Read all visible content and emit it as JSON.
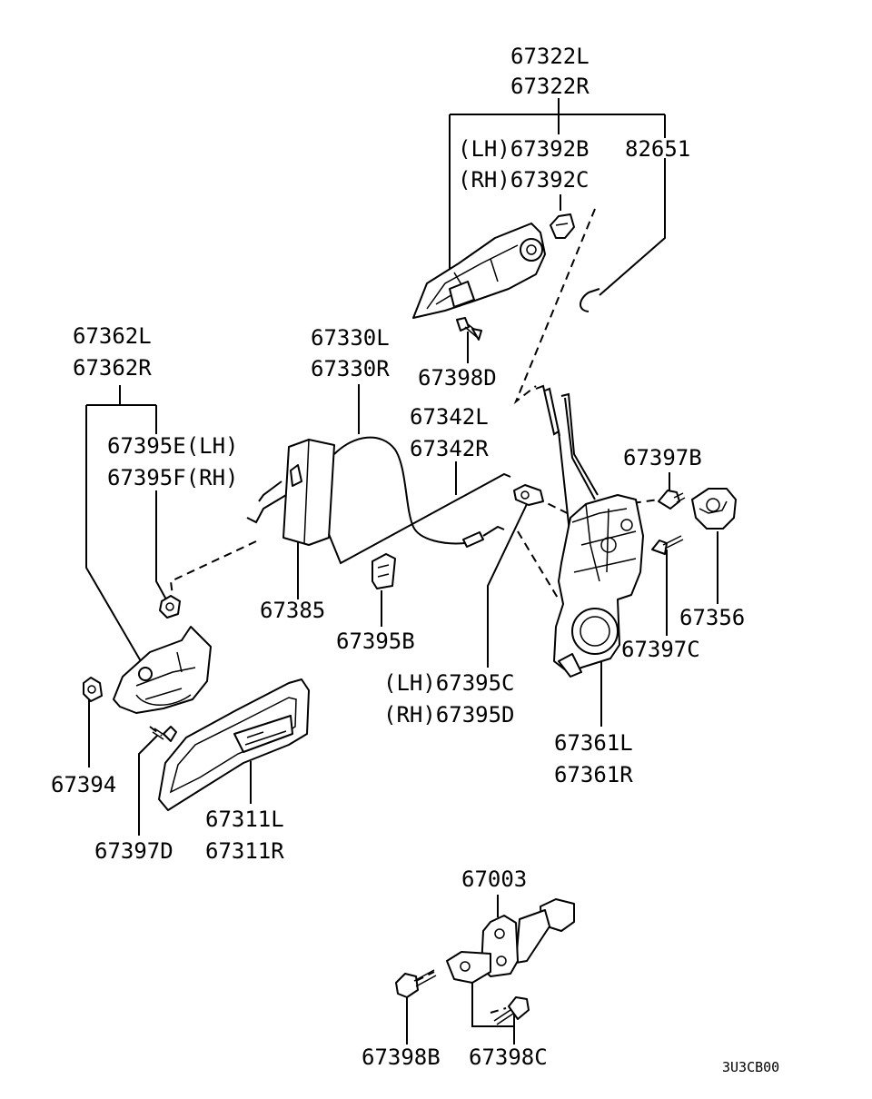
{
  "labels": {
    "p67322L": "67322L",
    "p67322R": "67322R",
    "p67392B": "(LH)67392B",
    "p67392C": "(RH)67392C",
    "p82651": "82651",
    "p67362L": "67362L",
    "p67362R": "67362R",
    "p67330L": "67330L",
    "p67330R": "67330R",
    "p67398D": "67398D",
    "p67342L": "67342L",
    "p67342R": "67342R",
    "p67395E": "67395E(LH)",
    "p67395F": "67395F(RH)",
    "p67397B": "67397B",
    "p67356": "67356",
    "p67385": "67385",
    "p67395B": "67395B",
    "p67397C": "67397C",
    "p67395C": "(LH)67395C",
    "p67395D": "(RH)67395D",
    "p67394": "67394",
    "p67361L": "67361L",
    "p67361R": "67361R",
    "p67311L": "67311L",
    "p67311R": "67311R",
    "p67397D": "67397D",
    "p67003": "67003",
    "p67398B": "67398B",
    "p67398C": "67398C",
    "code": "3U3CB00"
  }
}
